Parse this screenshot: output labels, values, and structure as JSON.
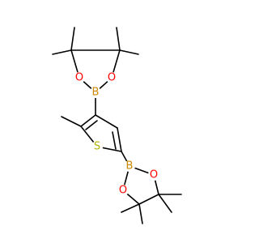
{
  "molecule": {
    "atoms": {
      "o1": "O",
      "o2": "O",
      "b1": "B",
      "s": "S",
      "b2": "B",
      "o3": "O",
      "o4": "O"
    },
    "colors": {
      "bond": "#000000",
      "oxygen": "#ff0000",
      "boron": "#cc8800",
      "sulfur": "#b3b300"
    }
  }
}
